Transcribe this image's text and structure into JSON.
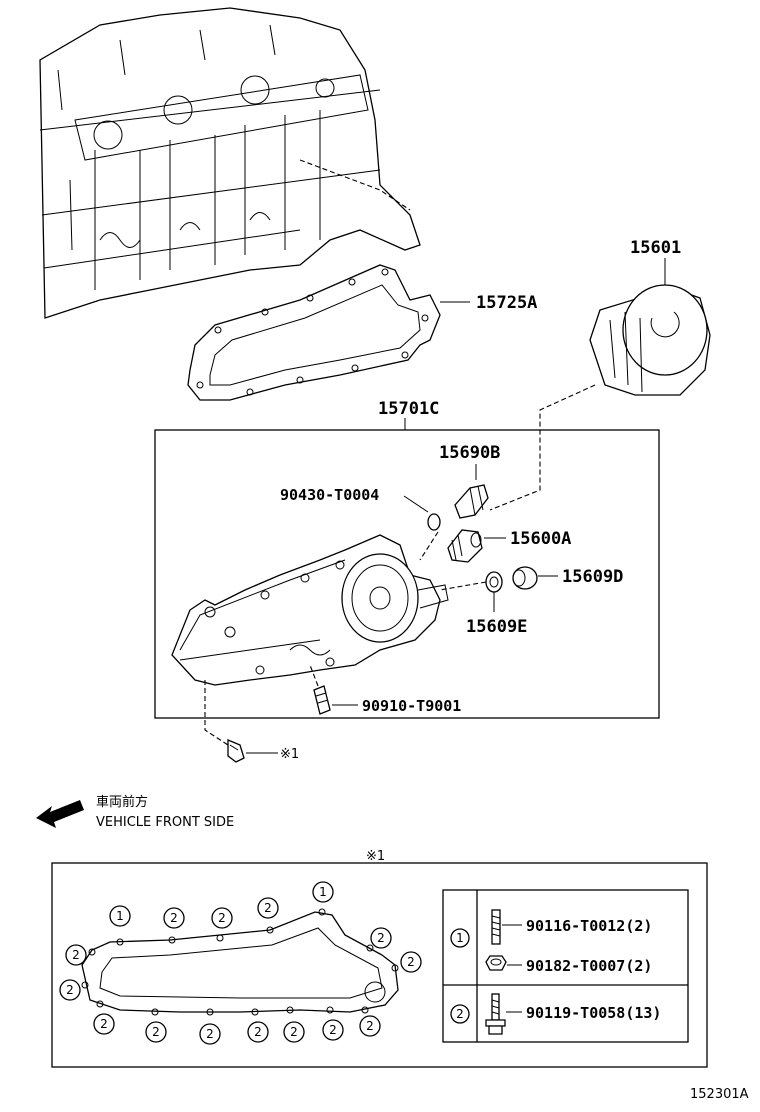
{
  "parts": {
    "filter": "15601",
    "gasket": "15725A",
    "cooler_assy": "15701C",
    "plug": "15690B",
    "gasket_small": "90430-T0004",
    "valve": "15600A",
    "union": "15609D",
    "washer": "15609E",
    "stud": "90910-T9001"
  },
  "bolt_ref": "※1",
  "direction": {
    "jp": "車両前方",
    "en": "VEHICLE FRONT SIDE"
  },
  "detail": {
    "title": "※1",
    "circle_1": "1",
    "circle_2": "2",
    "legend": [
      {
        "key": "1",
        "parts": [
          "90116-T0012(2)",
          "90182-T0007(2)"
        ]
      },
      {
        "key": "2",
        "parts": [
          "90119-T0058(13)"
        ]
      }
    ]
  },
  "figure_id": "152301A"
}
